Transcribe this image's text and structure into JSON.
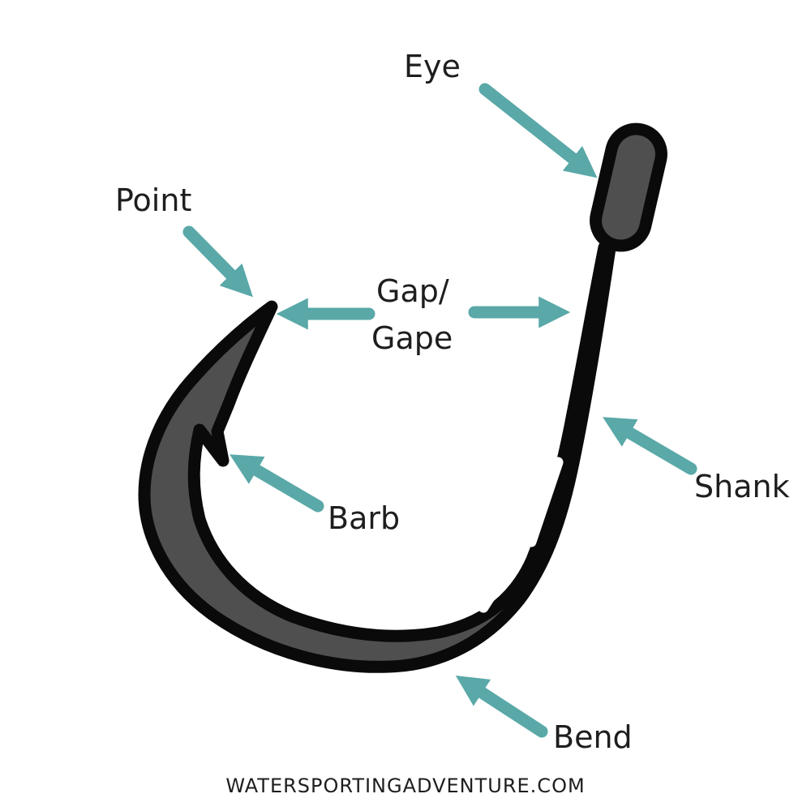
{
  "labels": {
    "eye": "Eye",
    "point": "Point",
    "gap_line1": "Gap/",
    "gap_line2": "Gape",
    "barb": "Barb",
    "shank": "Shank",
    "bend": "Bend"
  },
  "footer": "WATERSPORTINGADVENTURE.COM",
  "colors": {
    "arrow": "#5aa8a8",
    "hook_fill": "#4f4f4f",
    "hook_outline": "#0a0a0a",
    "highlight": "#ffffff",
    "text": "#1e1e1e",
    "background": "#ffffff"
  }
}
